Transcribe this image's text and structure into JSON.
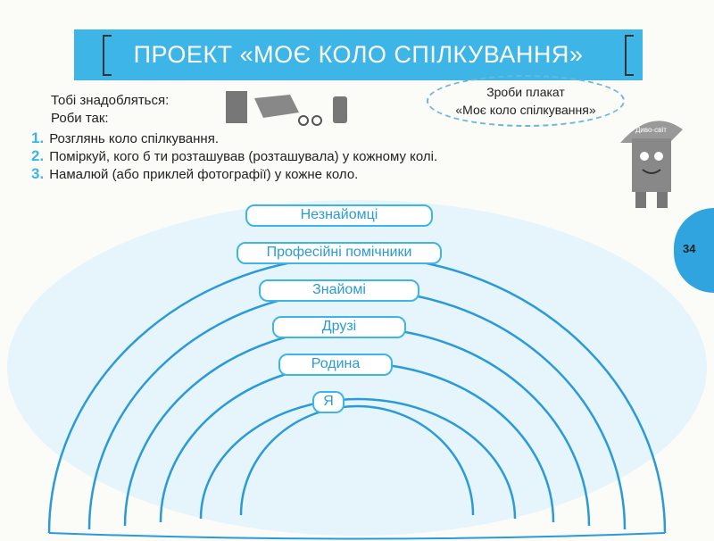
{
  "title": "ПРОЕКТ «МОЄ КОЛО СПІЛКУВАННЯ»",
  "needs_label": "Тобі знадобляться:",
  "do_label": "Роби так:",
  "steps": [
    {
      "num": "1.",
      "text": "Розглянь коло спілкування."
    },
    {
      "num": "2.",
      "text": "Поміркуй, кого б ти розташував (розташувала) у кожному колі."
    },
    {
      "num": "3.",
      "text": "Намалюй (або приклей фотографії) у кожне коло."
    }
  ],
  "bubble": {
    "line1": "Зроби плакат",
    "line2": "«Моє коло спілкування»"
  },
  "mascot_cap": "Диво-світ",
  "page_number": "34",
  "circles": [
    "Незнайомці",
    "Професійні помічники",
    "Знайомі",
    "Друзі",
    "Родина",
    "Я"
  ],
  "colors": {
    "accent": "#3db5e6",
    "page_tab": "#2fa4de"
  }
}
